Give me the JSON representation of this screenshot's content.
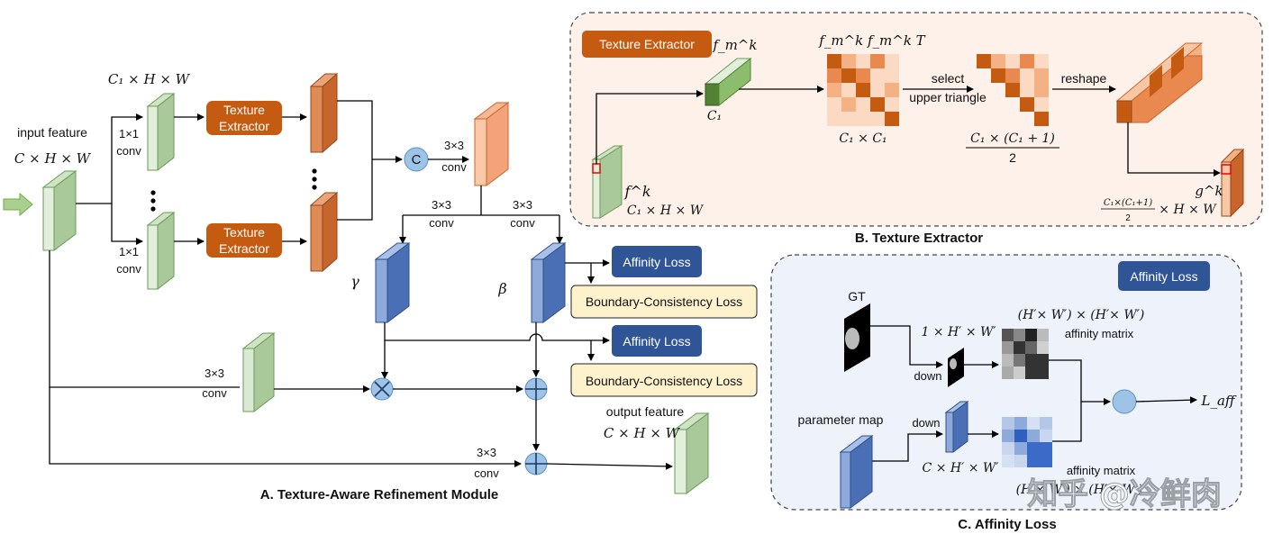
{
  "panel_a": {
    "caption": "A. Texture-Aware Refinement Module",
    "input_label": "input feature",
    "input_dims": "C × H × W",
    "branch_dims": "C₁ × H  × W",
    "conv1x1_top_k": "1×1",
    "conv1x1_top_l": "conv",
    "conv1x1_bot_k": "1×1",
    "conv1x1_bot_l": "conv",
    "te_top_1": "Texture",
    "te_top_2": "Extractor",
    "te_bot_1": "Texture",
    "te_bot_2": "Extractor",
    "concat_symbol": "C",
    "conv3x3_concat_k": "3×3",
    "conv3x3_concat_l": "conv",
    "conv3x3_gamma_k": "3×3",
    "conv3x3_gamma_l": "conv",
    "conv3x3_beta_k": "3×3",
    "conv3x3_beta_l": "conv",
    "gamma": "γ",
    "beta": "β",
    "affinity_loss_1": "Affinity Loss",
    "affinity_loss_2": "Affinity Loss",
    "boundary_loss_1": "Boundary-Consistency Loss",
    "boundary_loss_2": "Boundary-Consistency Loss",
    "conv3x3_mid_k": "3×3",
    "conv3x3_mid_l": "conv",
    "conv3x3_low_k": "3×3",
    "conv3x3_low_l": "conv",
    "output_label": "output feature",
    "output_dims": "C × H × W"
  },
  "panel_b": {
    "caption": "B. Texture Extractor",
    "badge": "Texture Extractor",
    "fk_label": "f^k",
    "fk_dims": "C₁ × H × W",
    "fmk_label": "f_m^k",
    "c1_label": "C₁",
    "outer_label": "f_m^k f_m^k T",
    "outer_dims": "C₁ × C₁",
    "select_1": "select",
    "select_2": "upper triangle",
    "tri_num": "C₁ × (C₁ + 1)",
    "tri_den": "2",
    "reshape": "reshape",
    "gk_label": "g^k",
    "gk_num": "C₁×(C₁+1)",
    "gk_den": "2",
    "gk_rest": "× H × W"
  },
  "panel_c": {
    "caption": "C. Affinity Loss",
    "badge": "Affinity Loss",
    "gt_label": "GT",
    "down_1": "down",
    "down_2": "down",
    "gt_dims": "1 × H′ × W′",
    "matrix_dims_top": "(H′× W′) × (H′× W′)",
    "affinity_matrix_1": "affinity matrix",
    "param_label": "parameter map",
    "param_dims": "C × H′ × W′",
    "affinity_matrix_2": "affinity matrix",
    "matrix_dims_bot": "(H′× W′) × (H′× W′)",
    "loss_label": "L_aff"
  },
  "watermark": "知乎 @冷鲜肉",
  "colors": {
    "green_face": "#d9ead3",
    "green_side": "#a9c99a",
    "orange_face": "#f4a27a",
    "orange_side": "#c8652c",
    "blue_face": "#8eaadb",
    "blue_side": "#4a6fb5",
    "te_box": "#c55a11",
    "loss_box": "#2f5597",
    "boundary_box": "#fdf2cc",
    "panel_b_bg": "#fdf1ea",
    "panel_c_bg": "#eef2fb",
    "op_circle": "#9dc3e6"
  }
}
